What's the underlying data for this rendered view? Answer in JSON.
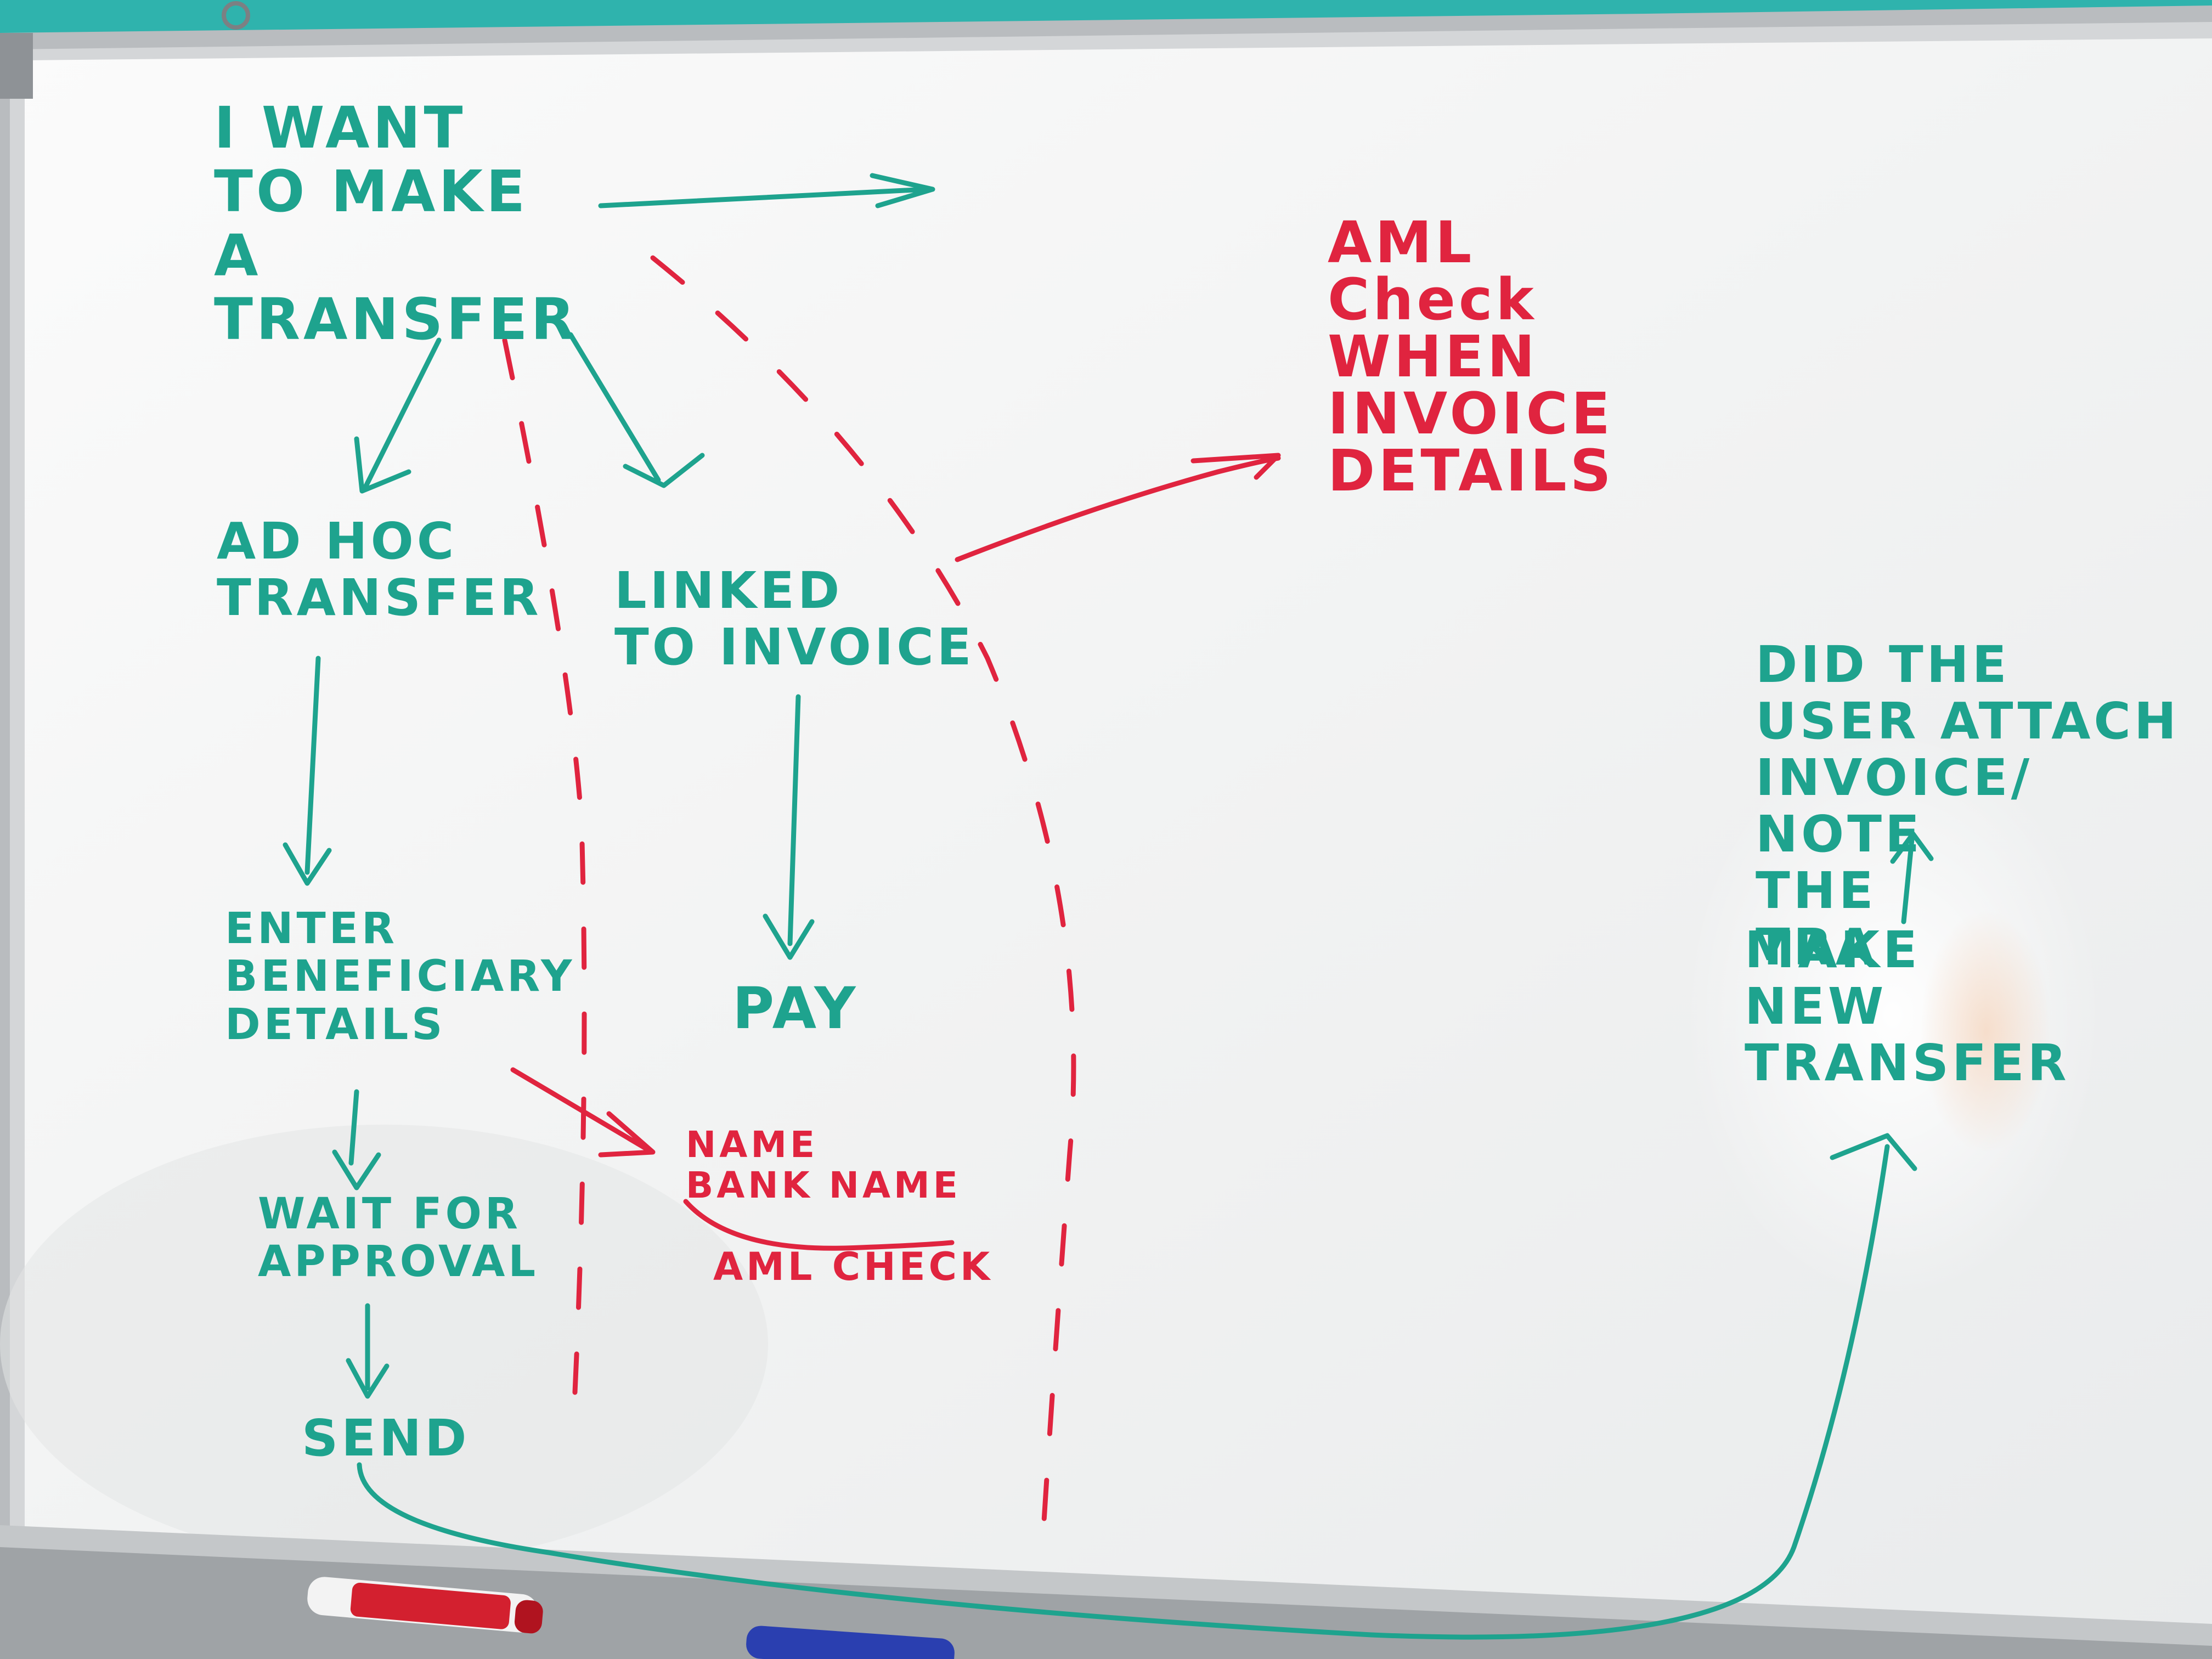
{
  "board": {
    "colors": {
      "wall": "#2fb3ad",
      "board_surface": "#f7f8f7",
      "frame": "#b9bcbf",
      "green_marker": "#1ea38e",
      "red_marker": "#e0243f"
    },
    "markers_on_tray": [
      {
        "name": "red-marker",
        "color": "#e0243f"
      },
      {
        "name": "blue-marker",
        "color": "#2a3fb0"
      }
    ]
  },
  "notes": {
    "start": "I WANT\nTO MAKE\nA TRANSFER",
    "ad_hoc": "AD HOC\nTRANSFER",
    "linked": "LINKED\nTO INVOICE",
    "enter_beneficiary": "ENTER\nBENEFICIARY\nDETAILS",
    "wait_approval": "WAIT FOR\nAPPROVAL",
    "send": "SEND",
    "pay": "PAY",
    "name_bank": "NAME\nBANK NAME",
    "aml_check_small": "AML CHECK",
    "aml_check_invoice": "AML\nCheck\nWHEN\nINVOICE\nDETAILS",
    "did_user_attach": "DID THE\nUSER ATTACH\nINVOICE/ NOTE\nTHE\nTRA",
    "make_new_transfer": "MAKE\nNEW\nTRANSFER"
  }
}
